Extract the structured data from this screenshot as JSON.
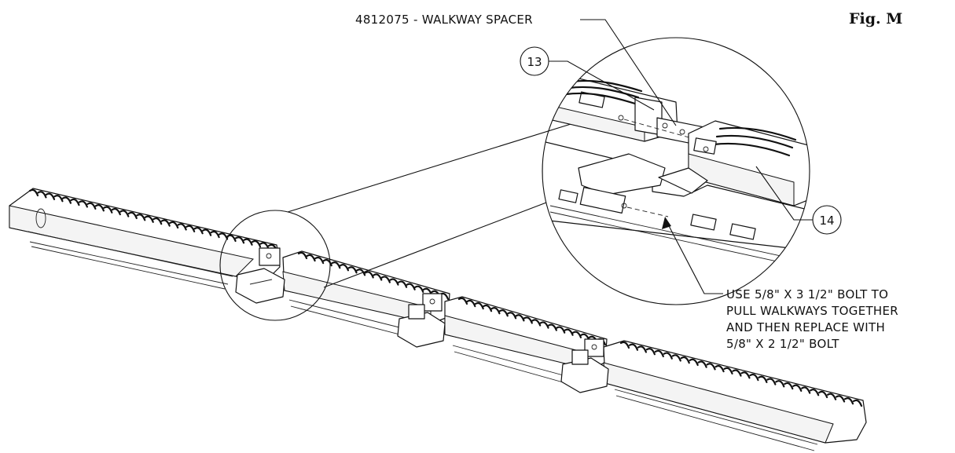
{
  "figure": {
    "label": "Fig. M"
  },
  "callouts": {
    "spacer_label": "4812075 - WALKWAY SPACER",
    "balloon_13": "13",
    "balloon_14": "14",
    "note_lines": [
      "USE 5/8\" X 3 1/2\" BOLT TO",
      "PULL WALKWAYS TOGETHER",
      "AND THEN REPLACE WITH",
      "5/8\" X 2 1/2\" BOLT"
    ]
  }
}
